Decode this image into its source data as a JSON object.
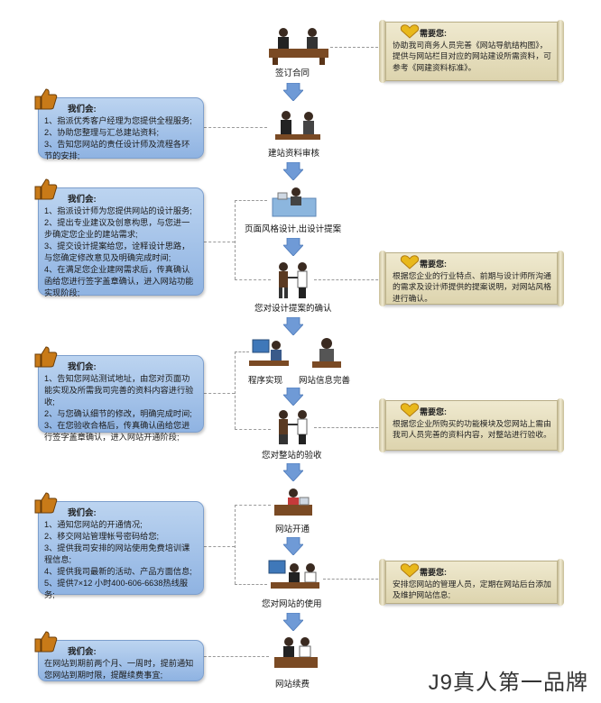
{
  "steps": {
    "s1": "签订合同",
    "s2": "建站资料审核",
    "s3": "页面风格设计,出设计提案",
    "s4": "您对设计提案的确认",
    "s5a": "程序实现",
    "s5b": "网站信息完善",
    "s6": "您对整站的验收",
    "s7": "网站开通",
    "s8": "您对网站的使用",
    "s9": "网站续费"
  },
  "left_notes": [
    {
      "title": "我们会:",
      "lines": [
        "1、指派优秀客户经理为您提供全程服务;",
        "2、协助您整理与汇总建站资料;",
        "3、告知您网站的责任设计师及流程各环节的安排;"
      ]
    },
    {
      "title": "我们会:",
      "lines": [
        "1、指派设计师为您提供网站的设计服务;",
        "2、提出专业建议及创意构思，与您进一步确定您企业的建站需求;",
        "3、提交设计提案给您，诠释设计思路，与您确定修改意见及明确完成时间;",
        "4、在满足您企业建网需求后，传真确认函给您进行签字盖章确认，进入网站功能实现阶段;"
      ]
    },
    {
      "title": "我们会:",
      "lines": [
        "1、告知您网站测试地址，由您对页面功能实现及所需我司完善的资料内容进行验收;",
        "2、与您确认细节的修改，明确完成时间;",
        "3、在您验收合格后，传真确认函给您进行签字盖章确认，进入网站开通阶段;"
      ]
    },
    {
      "title": "我们会:",
      "lines": [
        "1、通知您网站的开通情况;",
        "2、移交网站管理帐号密码给您;",
        "3、提供我司安排的网站使用免费培训课程信息;",
        "4、提供我司最新的活动、产品方面信息;",
        "5、提供7×12 小时400-606-6638热线服务;"
      ]
    },
    {
      "title": "我们会:",
      "lines": [
        "在网站到期前两个月、一周时，提前通知您网站到期时限，提醒续费事宜;"
      ]
    }
  ],
  "right_notes": [
    {
      "title": "需要您:",
      "text": "协助我司商务人员完善《网站导航结构图》，提供与网站栏目对应的网站建设所需资料，可参考《网建资料标准》。"
    },
    {
      "title": "需要您:",
      "text": "根据您企业的行业特点、前期与设计师所沟通的需求及设计师提供的提案说明，对网站风格进行确认。"
    },
    {
      "title": "需要您:",
      "text": "根据您企业所购买的功能模块及您网站上需由我司人员完善的资料内容，对整站进行验收。"
    },
    {
      "title": "需要您:",
      "text": "安排您网站的管理人员，定期在网站后台添加及维护网站信息;"
    }
  ],
  "watermark": "J9真人第一品牌",
  "colors": {
    "arrow": "#6f9ad6",
    "bluebox": "#a9c5ea",
    "scroll": "#e8e1c4"
  }
}
